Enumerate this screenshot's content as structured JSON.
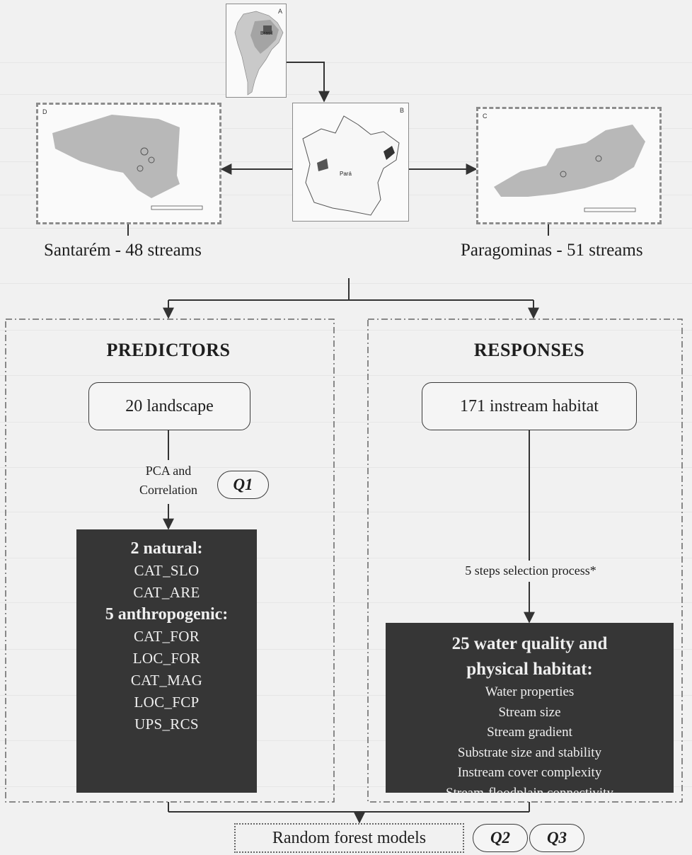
{
  "maps": {
    "a": {
      "letter": "A",
      "country_label": "Brasil"
    },
    "b": {
      "letter": "B",
      "state_label": "Pará"
    },
    "c": {
      "letter": "C"
    },
    "d": {
      "letter": "D"
    }
  },
  "sites": {
    "left": "Santarém - 48 streams",
    "right": "Paragominas - 51 streams"
  },
  "predictors": {
    "heading": "PREDICTORS",
    "box_label": "20 landscape",
    "step_lines": [
      "PCA and",
      "Correlation"
    ],
    "question": "Q1",
    "result": {
      "natural_header": "2 natural:",
      "natural_items": [
        "CAT_SLO",
        "CAT_ARE"
      ],
      "anthropogenic_header": "5 anthropogenic:",
      "anthropogenic_items": [
        "CAT_FOR",
        "LOC_FOR",
        "CAT_MAG",
        "LOC_FCP",
        "UPS_RCS"
      ]
    }
  },
  "responses": {
    "heading": "RESPONSES",
    "box_label": "171 instream habitat",
    "step_label": "5 steps selection process*",
    "result": {
      "header_lines": [
        "25 water quality and",
        "physical habitat:"
      ],
      "items": [
        "Water properties",
        "Stream size",
        "Stream gradient",
        "Substrate size and stability",
        "Instream cover complexity",
        "Stream-floodplain connectivity"
      ]
    }
  },
  "final": {
    "label": "Random forest models",
    "questions": [
      "Q2",
      "Q3"
    ]
  }
}
